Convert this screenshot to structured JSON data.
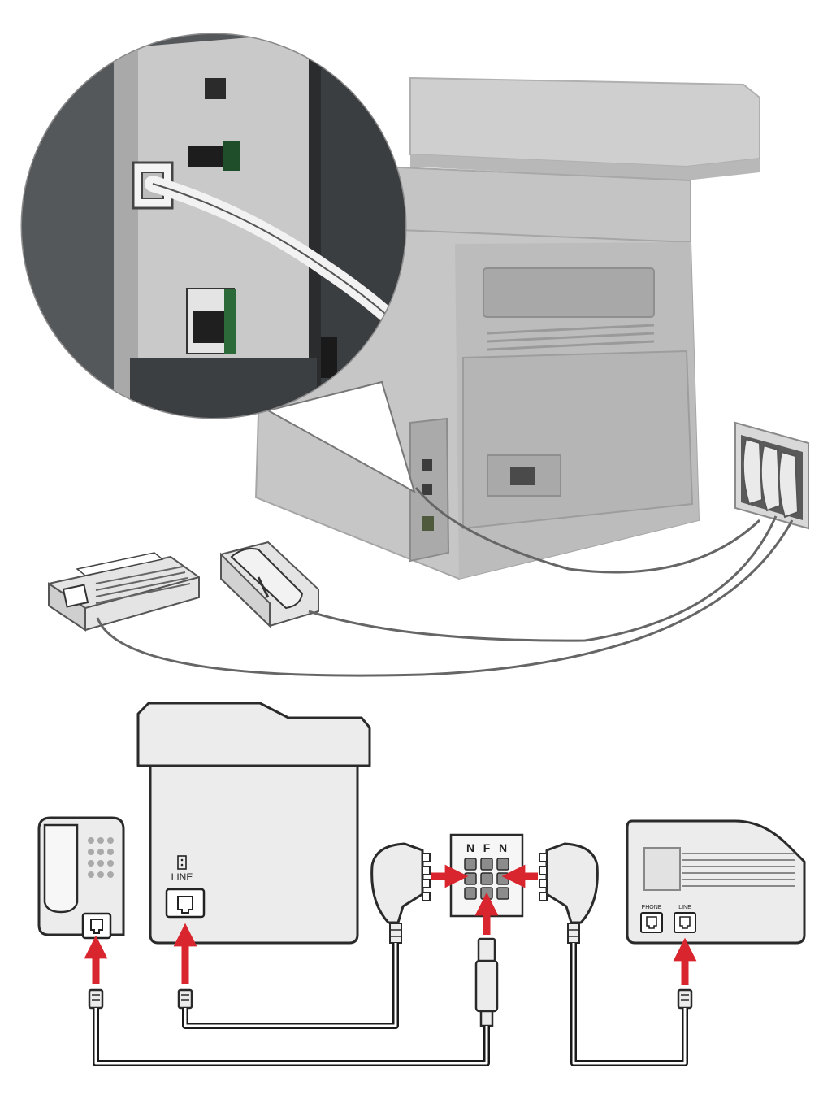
{
  "labels": {
    "printer_port": "LINE",
    "socket_left": "N",
    "socket_middle": "F",
    "socket_right": "N",
    "machine_port_phone": "PHONE",
    "machine_port_line": "LINE"
  },
  "colors": {
    "arrow": "#d9262e",
    "cable": "#1a1a1a",
    "device_fill": "#ececec",
    "device_stroke": "#2a2a2a",
    "printer_body": "#bdbdbd",
    "printer_shadow": "#9c9c9c",
    "inset_panel": "#4a4d4f"
  },
  "icons": {
    "wall_plug": "tae-plug-icon",
    "phone_jack": "rj11-jack-icon",
    "phone_plug": "rj11-plug-icon",
    "arrow": "red-arrow-icon"
  }
}
